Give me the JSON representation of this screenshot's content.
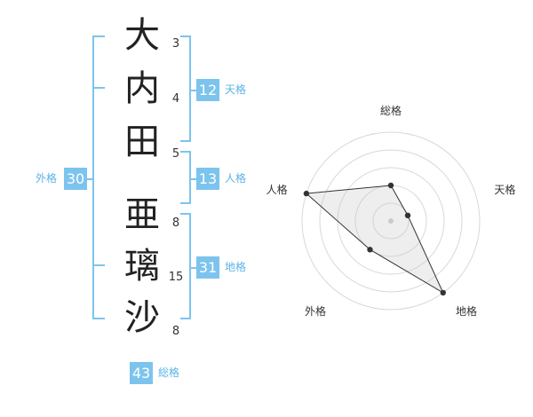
{
  "name": {
    "characters": [
      {
        "char": "大",
        "strokes": "3"
      },
      {
        "char": "内",
        "strokes": "4"
      },
      {
        "char": "田",
        "strokes": "5"
      },
      {
        "char": "亜",
        "strokes": "8"
      },
      {
        "char": "璃",
        "strokes": "15"
      },
      {
        "char": "沙",
        "strokes": "8"
      }
    ]
  },
  "fortune": {
    "tenkaku": {
      "value": "12",
      "label": "天格"
    },
    "jinkaku": {
      "value": "13",
      "label": "人格"
    },
    "chikaku": {
      "value": "31",
      "label": "地格"
    },
    "gaikaku": {
      "value": "30",
      "label": "外格"
    },
    "soukaku": {
      "value": "43",
      "label": "総格"
    }
  },
  "colors": {
    "accent": "#7cc4ee",
    "box": "#7cc4ee",
    "label": "#5ab3e6"
  },
  "chart_data": {
    "type": "radar",
    "axes": [
      "総格",
      "天格",
      "地格",
      "外格",
      "人格"
    ],
    "values": [
      2,
      1,
      5,
      2,
      5
    ],
    "rmax": 5,
    "rings": 5
  }
}
